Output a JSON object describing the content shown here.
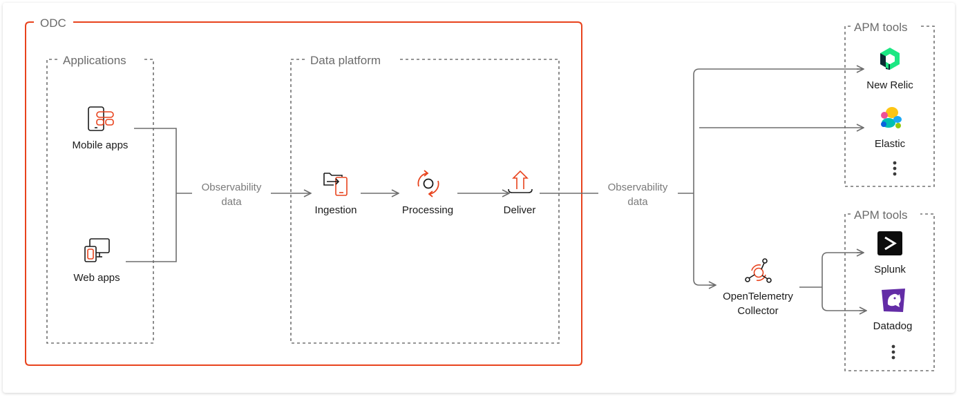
{
  "colors": {
    "accent": "#e8421c",
    "line": "#6d6d6d",
    "dash": "#707070",
    "splunk_bg": "#0c0c0c",
    "datadog": "#632ca6"
  },
  "groups": {
    "odc": "ODC",
    "applications": "Applications",
    "data_platform": "Data platform",
    "apm_tools_1": "APM tools",
    "apm_tools_2": "APM tools"
  },
  "nodes": {
    "mobile_apps": "Mobile apps",
    "web_apps": "Web apps",
    "ingestion": "Ingestion",
    "processing": "Processing",
    "deliver": "Deliver",
    "new_relic": "New Relic",
    "elastic": "Elastic",
    "otel_line1": "OpenTelemetry",
    "otel_line2": "Collector",
    "splunk": "Splunk",
    "datadog": "Datadog"
  },
  "flow_labels": {
    "obs1_line1": "Observability",
    "obs1_line2": "data",
    "obs2_line1": "Observability",
    "obs2_line2": "data"
  },
  "icons": [
    "mobile-app-icon",
    "web-app-icon",
    "ingestion-icon",
    "processing-icon",
    "deliver-icon",
    "new-relic-logo",
    "elastic-logo",
    "opentelemetry-icon",
    "splunk-logo",
    "datadog-logo",
    "more-dots-icon"
  ]
}
